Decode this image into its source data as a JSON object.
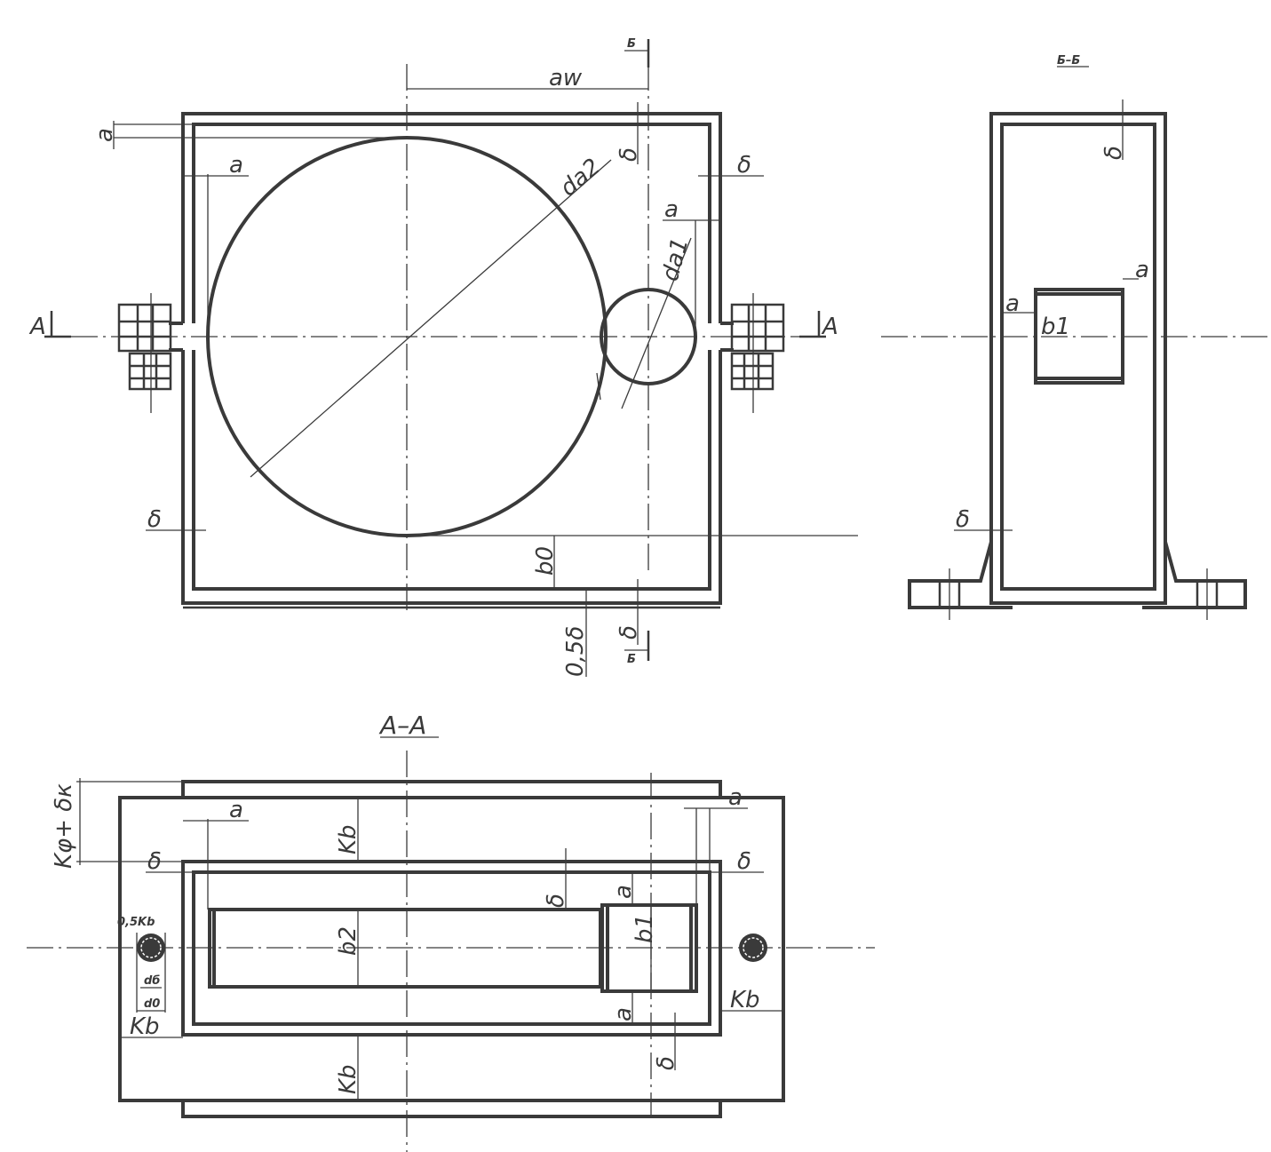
{
  "drawing": {
    "top_view": {
      "section_mark_b_top": "Б",
      "section_mark_b_bottom": "Б",
      "section_mark_a_left": "A",
      "section_mark_a_right": "A",
      "dim_aw": "aw",
      "dim_a_top": "a",
      "dim_a_left": "a",
      "dim_a_right": "a",
      "dim_da2": "da2",
      "dim_da1": "da1",
      "dim_delta_top": "δ",
      "dim_delta_right": "δ",
      "dim_delta_left": "δ",
      "dim_delta_bottom": "δ",
      "dim_b0": "b0",
      "dim_05delta": "0,5δ"
    },
    "section_bb": {
      "title": "Б–Б",
      "dim_delta_top": "δ",
      "dim_delta_left": "δ",
      "dim_a_right": "a",
      "dim_a_left": "a",
      "dim_b1": "b1"
    },
    "section_aa": {
      "title": "A–A",
      "dim_kf_dk": "Kφ+ δк",
      "dim_a_left": "a",
      "dim_a_right": "a",
      "dim_kb_top": "Kb",
      "dim_kb_bottom": "Kb",
      "dim_kb_left": "Kb",
      "dim_kb_right": "Kb",
      "dim_delta_left": "δ",
      "dim_delta_right": "δ",
      "dim_delta_mid": "δ",
      "dim_delta_bottom": "δ",
      "dim_a_mid_top": "a",
      "dim_a_mid_bottom": "a",
      "dim_b1": "b1",
      "dim_b2": "b2",
      "dim_05kb": "0,5Kb",
      "dim_db": "dб",
      "dim_d0": "d0"
    }
  }
}
